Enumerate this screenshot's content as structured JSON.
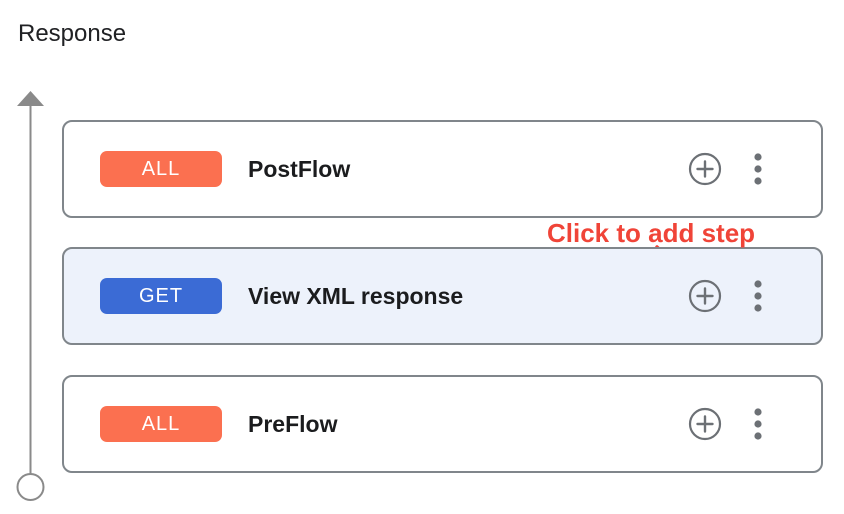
{
  "title": "Response",
  "annotation": {
    "label": "Click to add step"
  },
  "flows": [
    {
      "verb": "ALL",
      "name": "PostFlow",
      "highlighted": false
    },
    {
      "verb": "GET",
      "name": "View XML response",
      "highlighted": true
    },
    {
      "verb": "ALL",
      "name": "PreFlow",
      "highlighted": false
    }
  ],
  "icons": {
    "add_step": "plus-circle",
    "more_options": "kebab-vertical-dots",
    "flow_direction": "arrow-up",
    "flow_start": "circle-outline"
  },
  "colors": {
    "all_badge": "#FB7050",
    "get_badge": "#3B6BD5",
    "highlight_card_bg": "#EDF2FB",
    "card_border": "#80868B",
    "icon_gray": "#6C7075",
    "timeline_gray": "#8A8A8A",
    "annotation_red": "#F04438",
    "title_text": "#202124",
    "flow_name_text": "#1B1C1E"
  }
}
